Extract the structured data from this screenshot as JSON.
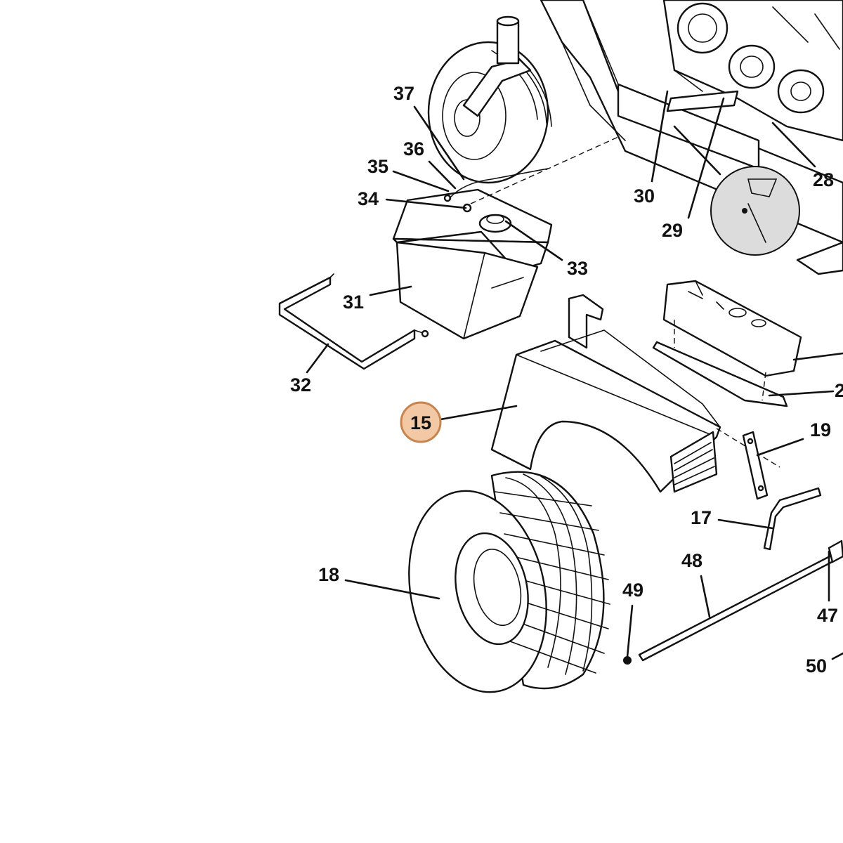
{
  "callouts": {
    "c15": "15",
    "c17": "17",
    "c18": "18",
    "c19": "19",
    "c2x": "2",
    "c28": "28",
    "c29": "29",
    "c30": "30",
    "c31": "31",
    "c32": "32",
    "c33": "33",
    "c34": "34",
    "c35": "35",
    "c36": "36",
    "c37": "37",
    "c47": "47",
    "c48": "48",
    "c49": "49",
    "c50": "50"
  },
  "highlight": {
    "callout": "15",
    "fill_color": "#f2c9a4",
    "ring_color": "#c8844f"
  }
}
